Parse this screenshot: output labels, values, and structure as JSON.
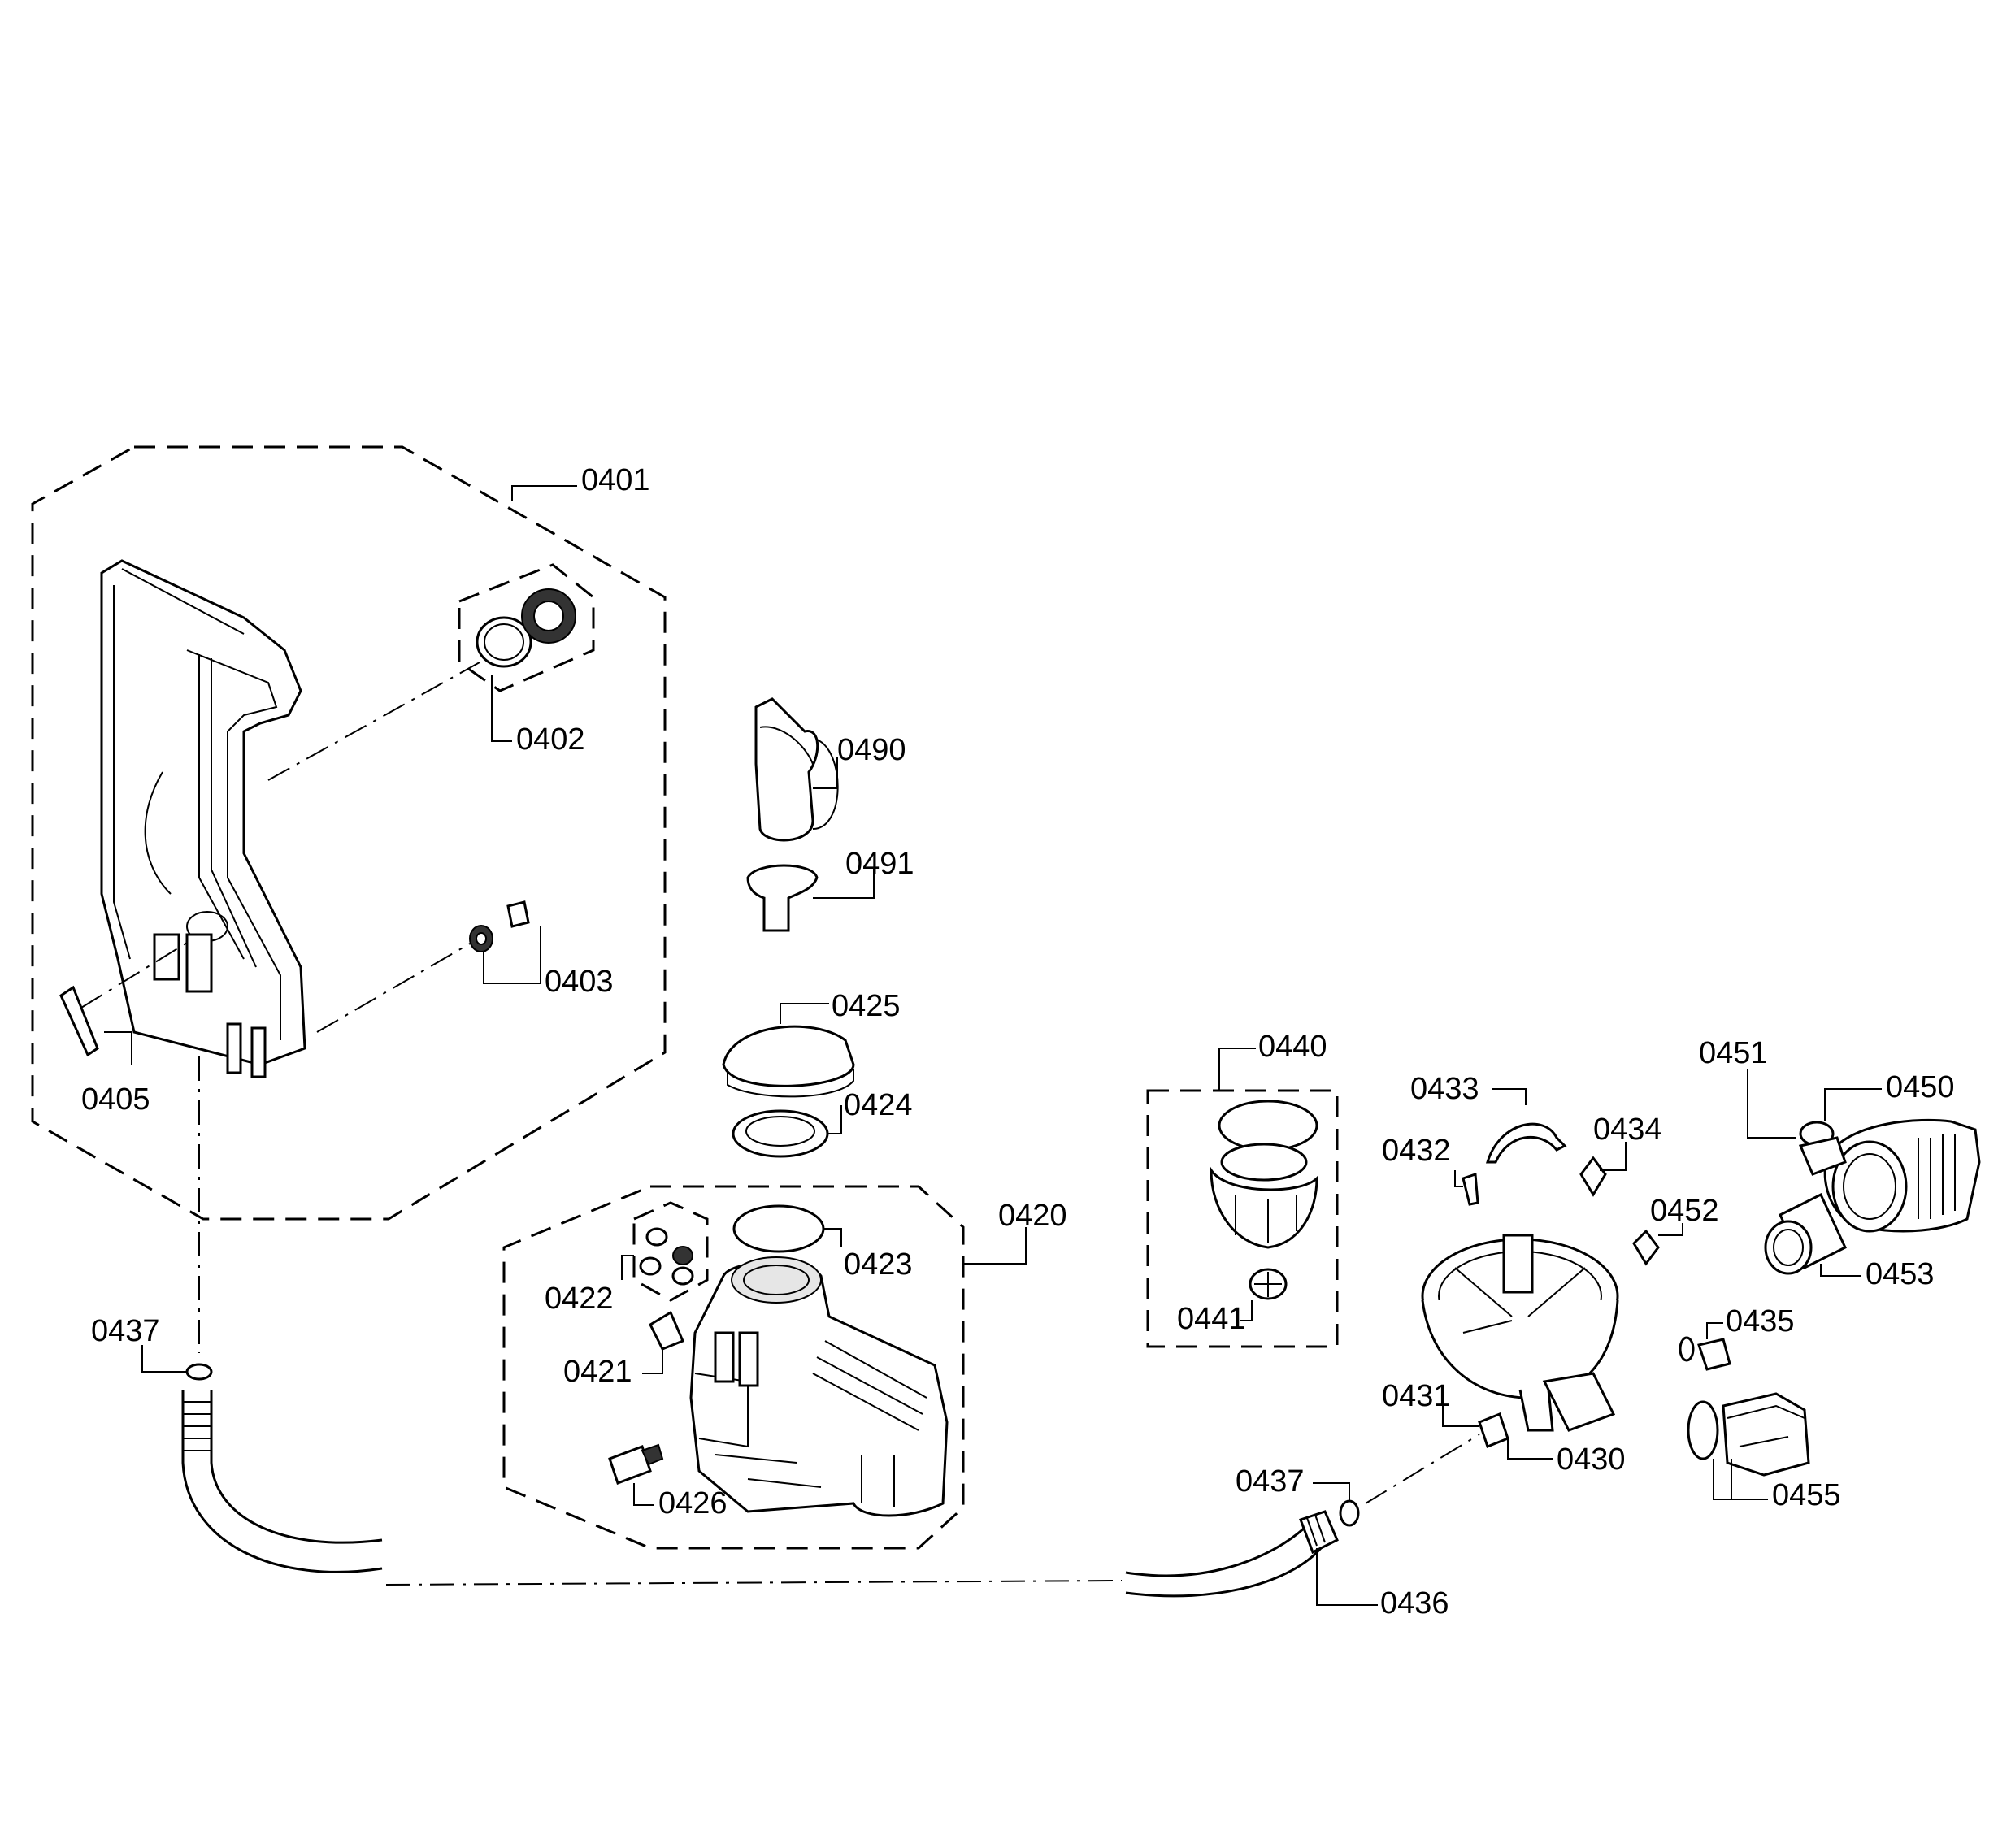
{
  "parts": {
    "p0401": "0401",
    "p0402": "0402",
    "p0403": "0403",
    "p0405": "0405",
    "p0490": "0490",
    "p0491": "0491",
    "p0425": "0425",
    "p0424": "0424",
    "p0420": "0420",
    "p0423": "0423",
    "p0422": "0422",
    "p0421": "0421",
    "p0426": "0426",
    "p0437a": "0437",
    "p0437b": "0437",
    "p0436": "0436",
    "p0440": "0440",
    "p0441": "0441",
    "p0433": "0433",
    "p0434": "0434",
    "p0432": "0432",
    "p0452": "0452",
    "p0431": "0431",
    "p0430": "0430",
    "p0451": "0451",
    "p0450": "0450",
    "p0453": "0453",
    "p0435": "0435",
    "p0455": "0455"
  }
}
